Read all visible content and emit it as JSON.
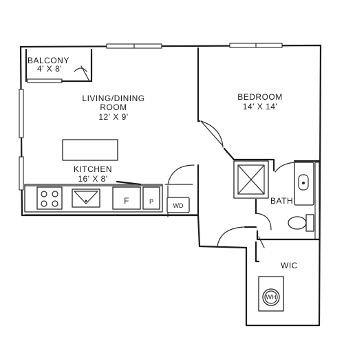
{
  "rooms": {
    "balcony": {
      "name": "BALCONY",
      "size": "4' X 8'"
    },
    "living": {
      "name_line1": "LIVING/DINING",
      "name_line2": "ROOM",
      "size": "12' X 9'"
    },
    "bedroom": {
      "name": "BEDROOM",
      "size": "14' X 14'"
    },
    "kitchen": {
      "name": "KITCHEN",
      "size": "16' X 8'"
    },
    "bath": {
      "name": "BATH"
    },
    "wic": {
      "name": "WIC"
    }
  },
  "fixtures": {
    "fridge": "F",
    "pantry": "P",
    "washer_dryer": "WD",
    "water_heater": "WH"
  }
}
